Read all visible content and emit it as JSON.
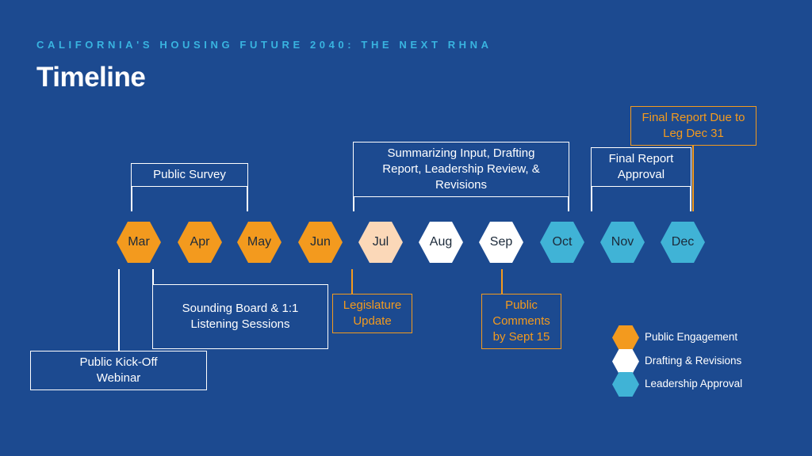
{
  "header": {
    "subtitle": "CALIFORNIA'S HOUSING FUTURE 2040: THE NEXT RHNA",
    "title": "Timeline"
  },
  "months": [
    {
      "label": "Mar",
      "category": "engagement"
    },
    {
      "label": "Apr",
      "category": "engagement"
    },
    {
      "label": "May",
      "category": "engagement"
    },
    {
      "label": "Jun",
      "category": "engagement"
    },
    {
      "label": "Jul",
      "category": "drafting-partial"
    },
    {
      "label": "Aug",
      "category": "drafting"
    },
    {
      "label": "Sep",
      "category": "drafting"
    },
    {
      "label": "Oct",
      "category": "leadership"
    },
    {
      "label": "Nov",
      "category": "leadership"
    },
    {
      "label": "Dec",
      "category": "leadership"
    }
  ],
  "milestones": {
    "public_survey": "Public Survey",
    "summarizing": "Summarizing Input, Drafting Report, Leadership Review, & Revisions",
    "final_approval": "Final Report Approval",
    "final_due": "Final Report Due to Leg Dec 31",
    "sounding_board": "Sounding Board & 1:1 Listening Sessions",
    "legislature_update": "Legislature Update",
    "public_comments": "Public Comments by Sept 15",
    "kickoff_webinar": "Public Kick-Off Webinar"
  },
  "legend": [
    {
      "label": "Public Engagement",
      "color": "#f39a1e"
    },
    {
      "label": "Drafting & Revisions",
      "color": "#ffffff"
    },
    {
      "label": "Leadership Approval",
      "color": "#40b3d6"
    }
  ],
  "colors": {
    "background": "#1c4a90",
    "accent_orange": "#f39a1e",
    "accent_blue": "#40b3d6",
    "subtitle_blue": "#39b4e0"
  }
}
